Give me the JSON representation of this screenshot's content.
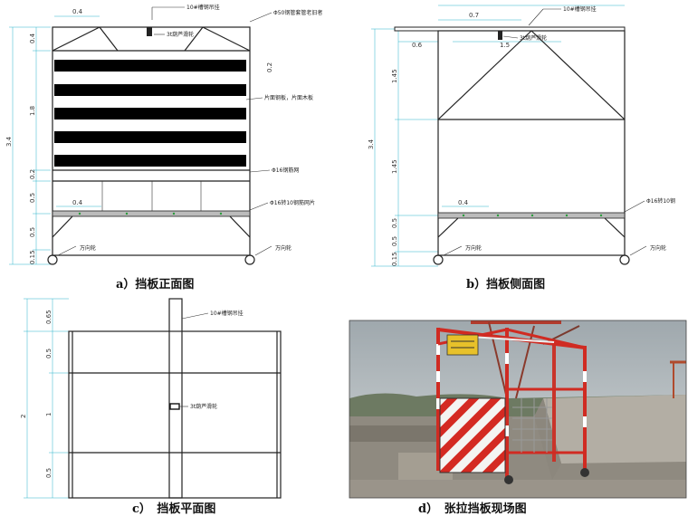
{
  "panels": {
    "a": {
      "caption": "a）挡板正面图",
      "labels": [
        "10#槽钢吊挂",
        "Φ50钢管套管老旧者",
        "3t葫芦滑轮",
        "片面钢板，片面木板",
        "Φ16钢筋网",
        "Φ16转10钢筋网片",
        "万向轮",
        "万向轮"
      ],
      "dims_top": [
        "0.4"
      ],
      "dims_left": [
        "0.4",
        "1.8",
        "0.2",
        "0.5",
        "0.5",
        "0.15"
      ],
      "dims_total": "3.4",
      "dim_inner": "0.4",
      "dim_right": "0.2"
    },
    "b": {
      "caption": "b）挡板侧面图",
      "labels": [
        "10#槽钢吊挂",
        "3t葫芦滑轮",
        "Φ16转10钢",
        "万向轮",
        "万向轮"
      ],
      "dims_top": [
        "0.7",
        "0.6",
        "1.5"
      ],
      "dims_left": [
        "1.45",
        "1.45",
        "0.5",
        "0.5",
        "0.15"
      ],
      "dims_total": "3.4",
      "dim_inner": "0.4"
    },
    "c": {
      "caption": "c）　挡板平面图",
      "labels": [
        "10#槽钢吊挂",
        "3t葫芦滑轮"
      ],
      "dims_left": [
        "0.65",
        "0.5",
        "1",
        "0.5"
      ],
      "dims_total": "2"
    },
    "d": {
      "caption": "d）　张拉挡板现场图"
    }
  }
}
